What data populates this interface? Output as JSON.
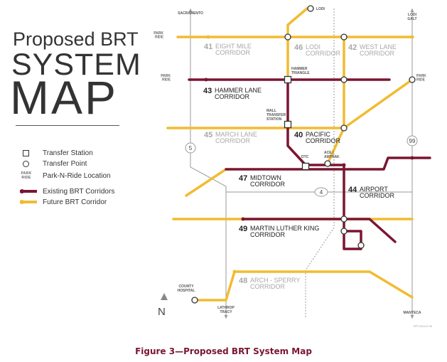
{
  "title": {
    "line1": "Proposed BRT",
    "line2": "SYSTEM",
    "line3": "MAP"
  },
  "legend": {
    "transfer_station": "Transfer Station",
    "transfer_point": "Transfer Point",
    "park_ride_symbol": "PARK RIDE",
    "park_ride": "Park-N-Ride Location",
    "existing": "Existing BRT Corridors",
    "future": "Future BRT Corridor"
  },
  "colors": {
    "existing": "#7a1631",
    "future": "#f2bb30",
    "grid": "#9a9a9a",
    "label_dark": "#222222",
    "label_future": "#a8a8a8",
    "caption": "#7a1631"
  },
  "corridors": [
    {
      "num": "41",
      "line1": "EIGHT MILE",
      "line2": "CORRIDOR",
      "status": "future"
    },
    {
      "num": "42",
      "line1": "WEST LANE",
      "line2": "CORRIDOR",
      "status": "future"
    },
    {
      "num": "43",
      "line1": "HAMMER LANE",
      "line2": "CORRIDOR",
      "status": "existing"
    },
    {
      "num": "44",
      "line1": "AIRPORT",
      "line2": "CORRIDOR",
      "status": "existing"
    },
    {
      "num": "45",
      "line1": "MARCH LANE",
      "line2": "CORRIDOR",
      "status": "future"
    },
    {
      "num": "46",
      "line1": "LODI",
      "line2": "CORRIDOR",
      "status": "future"
    },
    {
      "num": "40",
      "line1": "PACIFIC",
      "line2": "CORRIDOR",
      "status": "existing"
    },
    {
      "num": "47",
      "line1": "MIDTOWN",
      "line2": "CORRIDOR",
      "status": "existing"
    },
    {
      "num": "48",
      "line1": "ARCH - SPERRY",
      "line2": "CORRIDOR",
      "status": "future"
    },
    {
      "num": "49",
      "line1": "MARTIN LUTHER KING",
      "line2": "CORRIDOR",
      "status": "existing"
    }
  ],
  "places": {
    "sacramento": "SACRAMENTO",
    "lodi": "LODI",
    "lodi_galt": [
      "LODI",
      "GALT"
    ],
    "lathrop_tracy": [
      "LATHROP",
      "TRACY"
    ],
    "manteca": "MANTECA",
    "county_hospital": [
      "COUNTY",
      "HOSPITAL"
    ]
  },
  "stations": {
    "hammer_triangle": [
      "HAMMER",
      "TRIANGLE"
    ],
    "mall_transfer": [
      "MALL",
      "TRANSFER",
      "STATION"
    ],
    "dtc": "DTC",
    "ace_amtrak": [
      "ACE /",
      "AMTRAK"
    ]
  },
  "park_rides": {
    "label": [
      "PARK",
      "RIDE"
    ]
  },
  "highways": [
    "5",
    "4",
    "99"
  ],
  "north": "N",
  "code": "RPT-2014-07-26",
  "caption": "Figure 3—Proposed BRT System Map"
}
